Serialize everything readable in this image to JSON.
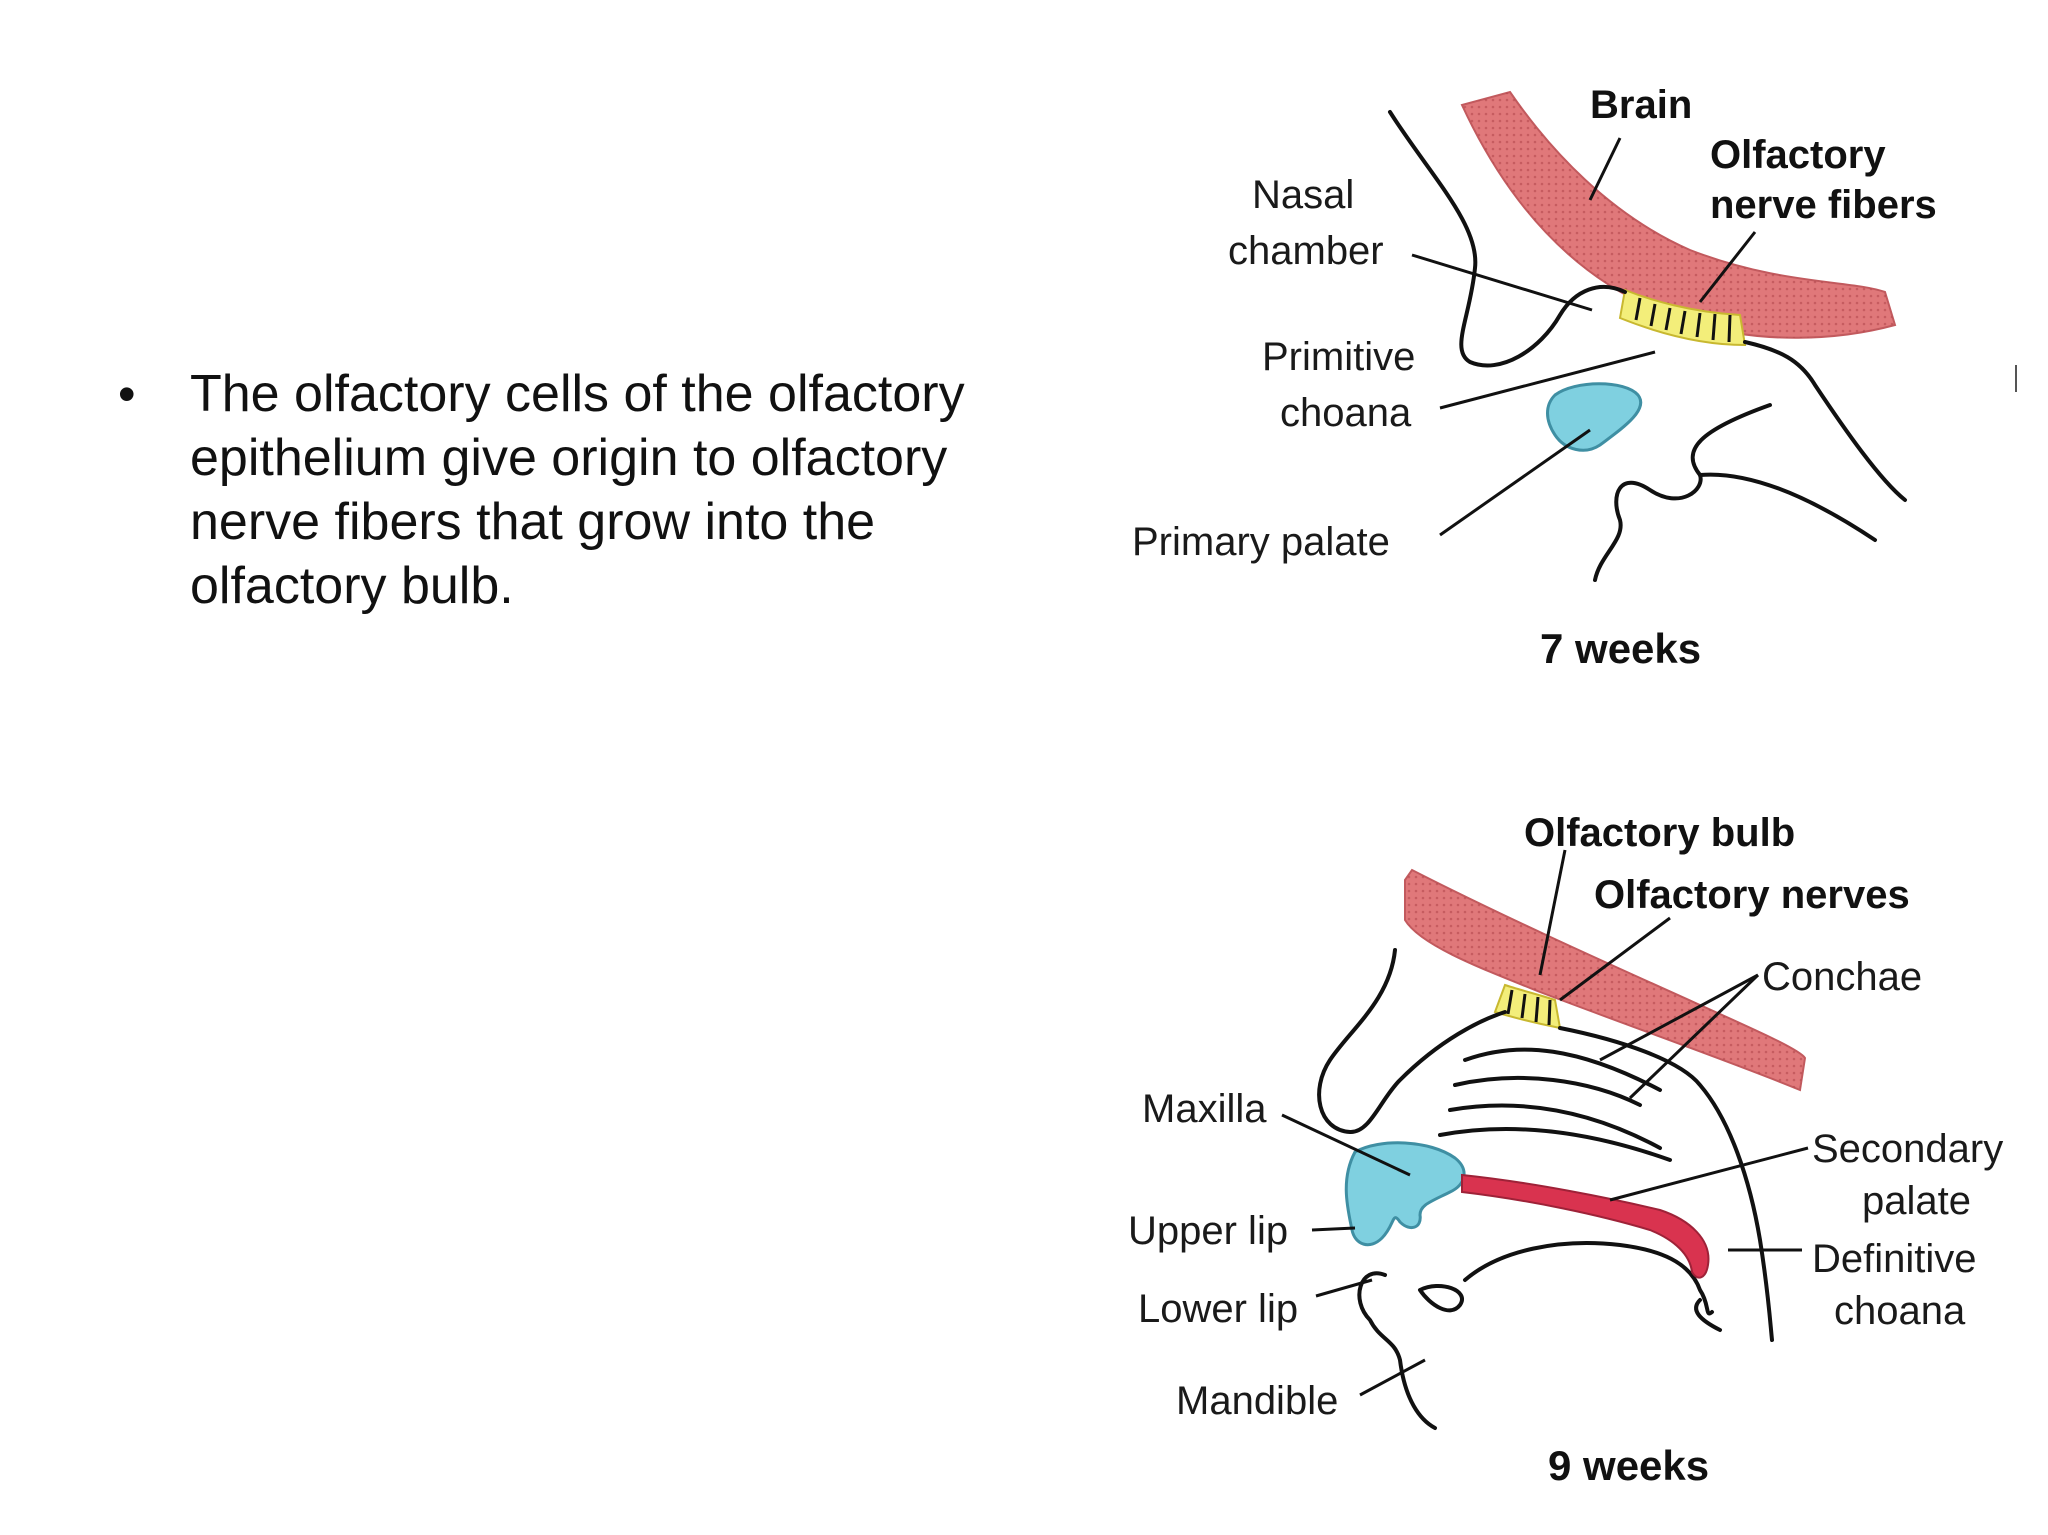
{
  "bullet": {
    "marker": "•",
    "text": "The olfactory cells of the olfactory epithelium give origin to olfactory nerve fibers that grow into the olfactory bulb."
  },
  "diagram_top": {
    "caption": "7 weeks",
    "labels": {
      "brain": "Brain",
      "olfactory_nerve_fibers_1": "Olfactory",
      "olfactory_nerve_fibers_2": "nerve fibers",
      "nasal_chamber_1": "Nasal",
      "nasal_chamber_2": "chamber",
      "primitive_choana_1": "Primitive",
      "primitive_choana_2": "choana",
      "primary_palate": "Primary palate"
    }
  },
  "diagram_bottom": {
    "caption": "9 weeks",
    "labels": {
      "olfactory_bulb": "Olfactory bulb",
      "olfactory_nerves": "Olfactory nerves",
      "conchae": "Conchae",
      "maxilla": "Maxilla",
      "secondary_palate_1": "Secondary",
      "secondary_palate_2": "palate",
      "upper_lip": "Upper lip",
      "definitive_choana_1": "Definitive",
      "definitive_choana_2": "choana",
      "lower_lip": "Lower lip",
      "mandible": "Mandible"
    }
  },
  "colors": {
    "brain": "#e0787a",
    "nerve": "#f3ee7a",
    "palate_blue": "#7fd0e0",
    "secondary_palate": "#d9334f"
  }
}
